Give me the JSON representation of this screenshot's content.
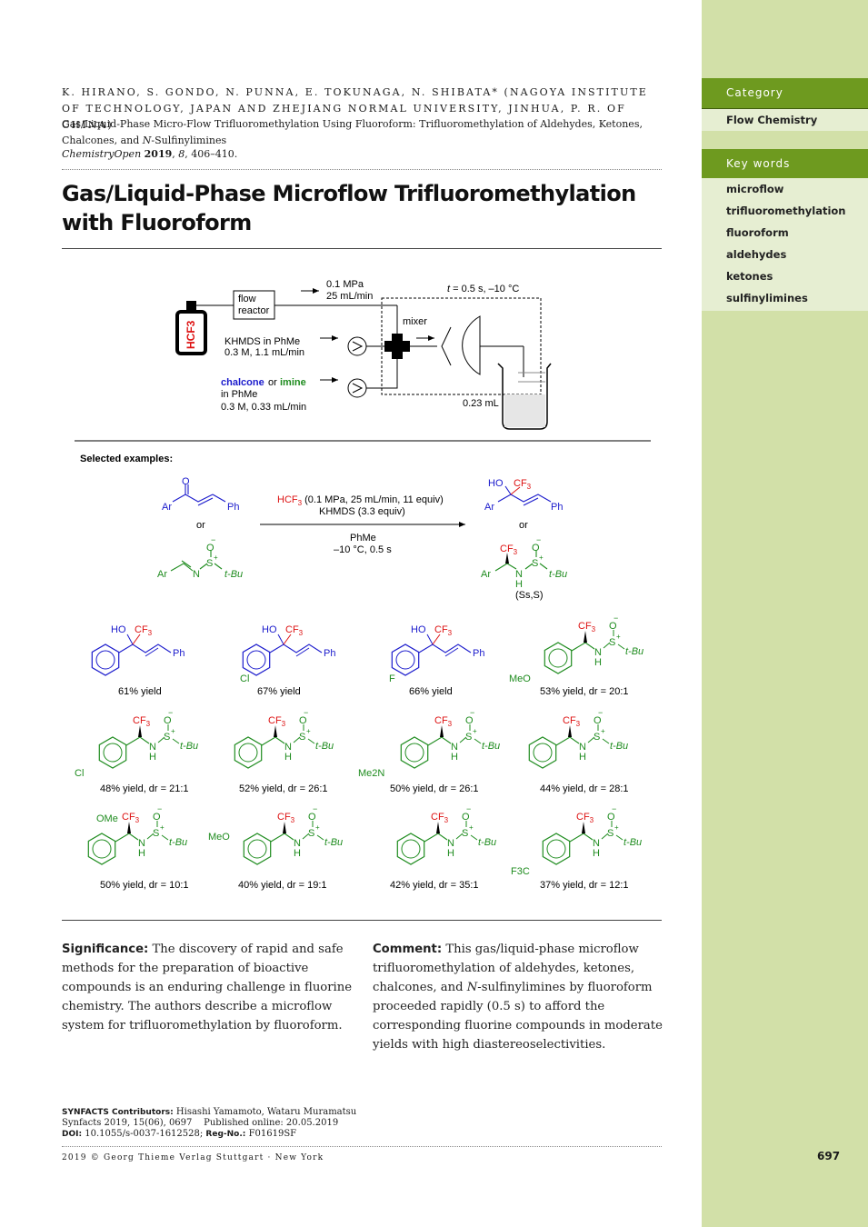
{
  "sidebar": {
    "category_heading": "Category",
    "category": "Flow Chemistry",
    "keywords_heading": "Key words",
    "keywords": [
      "microflow",
      "trifluoromethylation",
      "fluoroform",
      "aldehydes",
      "ketones",
      "sulfinylimines"
    ]
  },
  "reference": {
    "authors": "K. Hirano, S. Gondo, N. Punna, E. Tokunaga, N. Shibata* (Nagoya Institute of Technology, Japan and Zhejiang Normal University, Jinhua, P. R. of China)",
    "title_a": "Gas/Liquid-Phase Micro-Flow Trifluoromethylation Using Fluoroform: Trifluoromethylation of Aldehydes, Ketones, Chalcones, and ",
    "title_n": "N",
    "title_b": "-Sulfinylimines",
    "journal": "ChemistryOpen",
    "year": "2019",
    "volume": "8",
    "pages": ", 406–410."
  },
  "title": "Gas/Liquid-Phase Microflow Trifluoromethylation with Fluoroform",
  "scheme": {
    "cylinder": "HCF3",
    "flow_reactor_1": "flow",
    "flow_reactor_2": "reactor",
    "pressure": "0.1 MPa",
    "gas_flow": "25 mL/min",
    "time_t": "t",
    "time_rest": " = 0.5 s, –10 °C",
    "mixer": "mixer",
    "khmds_1": "KHMDS in PhMe",
    "khmds_2": "0.3 M, 1.1 mL/min",
    "chalcone": "chalcone",
    "or": "or",
    "imine": "imine",
    "in_phme": "in PhMe",
    "sub_rate": "0.3 M, 0.33 mL/min",
    "volume": "0.23 mL",
    "selected": "Selected examples:",
    "cond_hcf3": "HCF",
    "cond_hcf3_rest": " (0.1 MPa, 25 mL/min, 11 equiv)",
    "cond_khmds": "KHMDS (3.3 equiv)",
    "cond_solvent": "PhMe",
    "cond_temp": "–10 °C, 0.5 s",
    "config": "(Ss,S)",
    "yields": [
      "61% yield",
      "67% yield",
      "66% yield",
      "53% yield, dr = 20:1",
      "48% yield, dr = 21:1",
      "52% yield, dr = 26:1",
      "50% yield, dr = 26:1",
      "44% yield, dr = 28:1",
      "50% yield, dr = 10:1",
      "40% yield, dr = 19:1",
      "42% yield, dr = 35:1",
      "37% yield, dr = 12:1"
    ]
  },
  "significance": {
    "label": "Significance:",
    "text": "The discovery of rapid and safe methods for the preparation of bioactive compounds is an enduring challenge in fluorine chemistry. The authors describe a microflow system for trifluoromethylation by fluoroform."
  },
  "comment": {
    "label": "Comment:",
    "text_a": "This gas/liquid-phase microflow trifluoromethylation of aldehydes, ketones, chalcones, and ",
    "text_n": "N",
    "text_b": "-sulfinylimines by fluoroform proceeded rapidly (0.5 s) to afford the corresponding fluorine compounds in moderate yields with high diastereoselectivities."
  },
  "footer": {
    "contrib_label": "SYNFACTS Contributors:",
    "contributors": "Hisashi Yamamoto, Wataru Muramatsu",
    "synfacts": "Synfacts 2019, 15(06), 0697",
    "published": "Published online: 20.05.2019",
    "doi_label": "DOI:",
    "doi": "10.1055/s-0037-1612528;",
    "reg_label": "Reg-No.:",
    "reg": "F01619SF",
    "copyright": "2019 © Georg Thieme Verlag Stuttgart · New York",
    "page": "697"
  },
  "colors": {
    "sidebar": "#d2e0a8",
    "sidebar_head": "#6e9a1f",
    "ketone": "#1a1acc",
    "imine": "#1f8c1f",
    "cf3": "#dd1111"
  }
}
